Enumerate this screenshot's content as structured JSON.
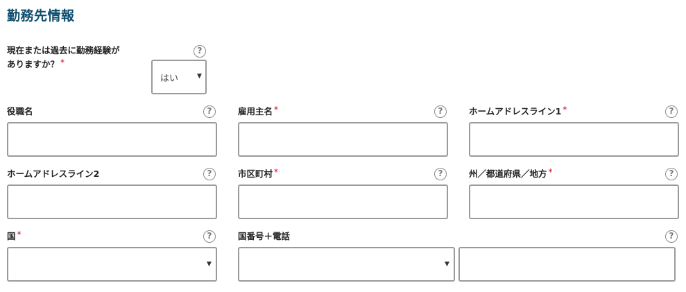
{
  "section": {
    "title": "勤務先情報"
  },
  "employment_question": {
    "label_line1": "現在または過去に勤務経験が",
    "label_line2": "ありますか？",
    "required_mark": "*",
    "selected_value": "はい"
  },
  "fields": {
    "job_title": {
      "label": "役職名"
    },
    "employer_name": {
      "label": "雇用主名",
      "required_mark": "*"
    },
    "address_line1": {
      "label": "ホームアドレスライン1",
      "required_mark": "*"
    },
    "address_line2": {
      "label": "ホームアドレスライン2"
    },
    "city": {
      "label": "市区町村",
      "required_mark": "*"
    },
    "state": {
      "label": "州／都道府県／地方",
      "required_mark": "*"
    },
    "country": {
      "label": "国",
      "required_mark": "*",
      "selected_value": ""
    },
    "phone": {
      "label": "国番号＋電話",
      "country_code_value": "",
      "number_value": ""
    }
  },
  "icons": {
    "help": "?",
    "caret": "▼"
  },
  "colors": {
    "title": "#0d4d6e",
    "required": "#d0021b",
    "border": "#9b9b9b"
  }
}
